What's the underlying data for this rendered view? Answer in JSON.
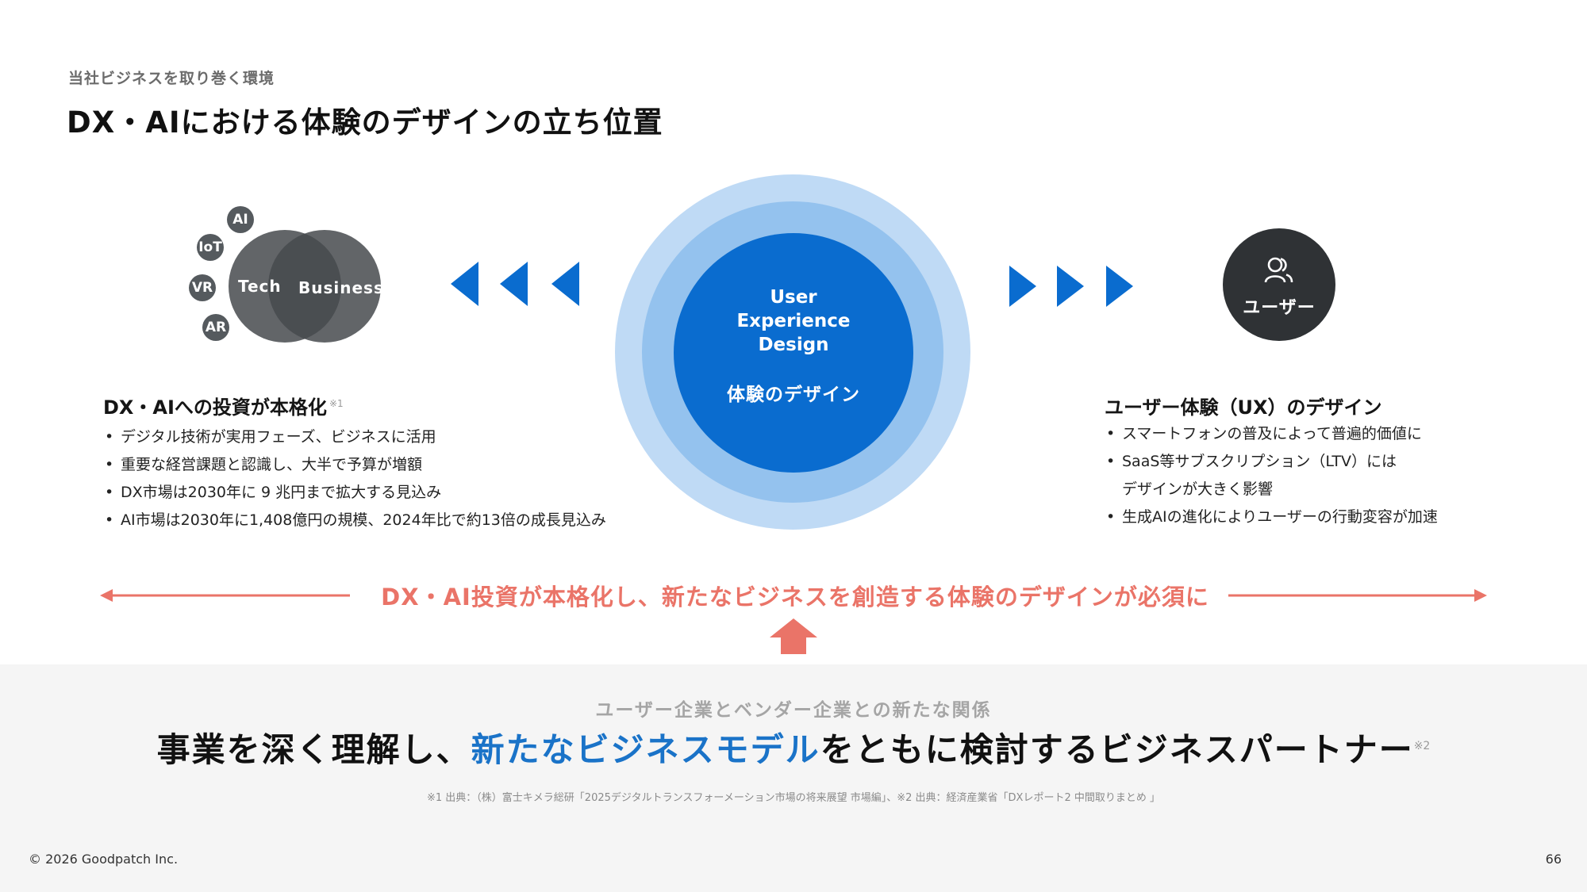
{
  "header": {
    "eyebrow": "当社ビジネスを取り巻く環境",
    "title": "DX・AIにおける体験のデザインの立ち位置"
  },
  "venn": {
    "bubbles": [
      "AI",
      "IoT",
      "VR",
      "AR"
    ],
    "left_label": "Tech",
    "right_label": "Business"
  },
  "left_section": {
    "heading": "DX・AIへの投資が本格化",
    "note_mark": "※1",
    "bullets": [
      "デジタル技術が実用フェーズ、ビジネスに活用",
      "重要な経営課題と認識し、大半で予算が増額",
      "DX市場は2030年に 9 兆円まで拡大する見込み",
      "AI市場は2030年に1,408億円の規模、2024年比で約13倍の成長見込み"
    ]
  },
  "center": {
    "line1": "User",
    "line2": "Experience",
    "line3": "Design",
    "jp": "体験のデザイン",
    "colors": {
      "outer": "#bfdaf5",
      "middle": "#94c2ee",
      "core": "#0a6ccf"
    }
  },
  "user_circle": {
    "label": "ユーザー",
    "icon": "users-icon"
  },
  "right_section": {
    "heading": "ユーザー体験（UX）のデザイン",
    "bullets": [
      "スマートフォンの普及によって普遍的価値に",
      "SaaS等サブスクリプション（LTV）には",
      "生成AIの進化によりユーザーの行動変容が加速"
    ],
    "bullet2_cont": "デザインが大きく影響"
  },
  "banner": {
    "text": "DX・AI投資が本格化し、新たなビジネスを創造する体験のデザインが必須に",
    "color": "#ea7468"
  },
  "bottom": {
    "subhead": "ユーザー企業とベンダー企業との新たな関係",
    "headline_pre": "事業を深く理解し、",
    "headline_highlight": "新たなビジネスモデル",
    "headline_post": "をともに検討するビジネスパートナー",
    "headline_note": "※2",
    "footnote": "※1  出典：（株）富士キメラ総研「2025デジタルトランスフォーメーション市場の将来展望 市場編」、※2 出典：経済産業省「DXレポート2 中間取りまとめ 」"
  },
  "footer": {
    "copyright": "© 2026 Goodpatch Inc.",
    "page": "66"
  }
}
